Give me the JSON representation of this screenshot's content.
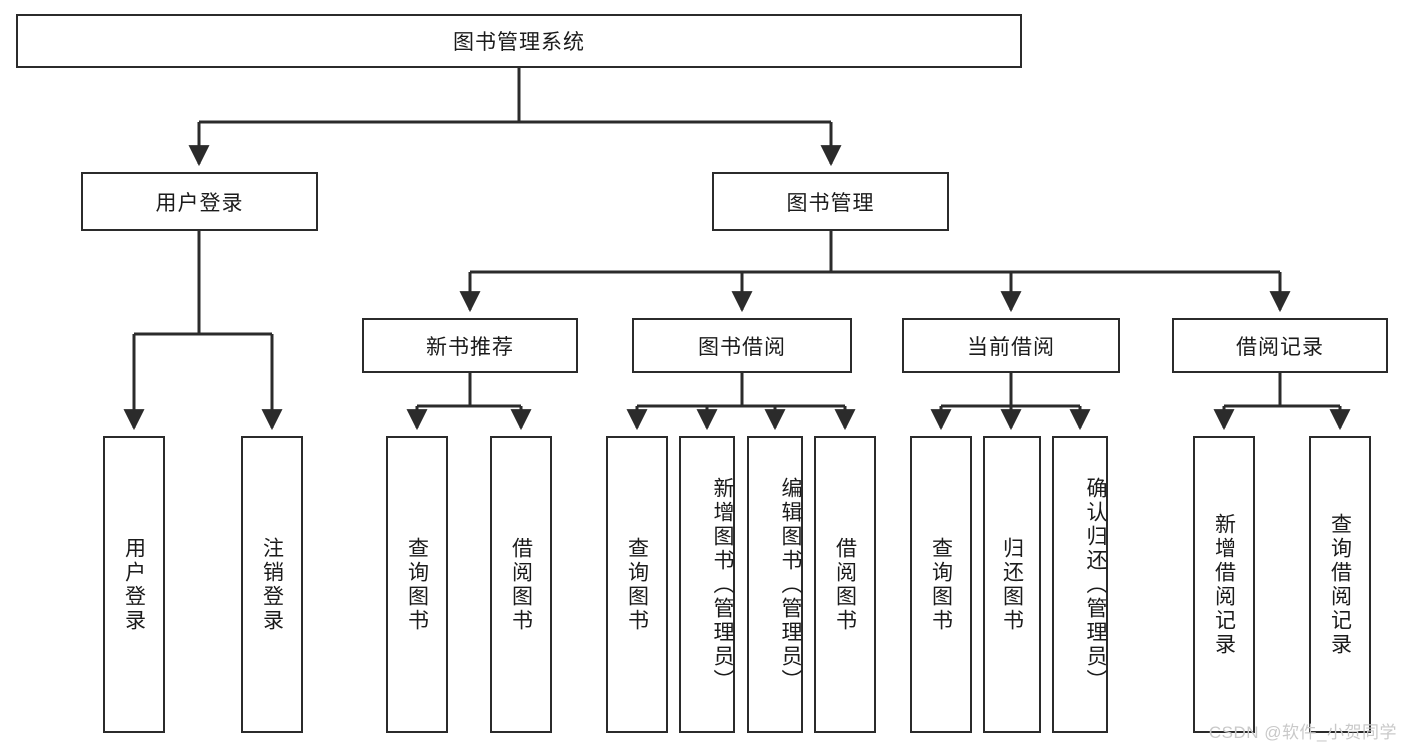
{
  "diagram": {
    "title": "图书管理系统",
    "type": "hierarchy-tree",
    "root": {
      "id": "root",
      "label": "图书管理系统"
    },
    "level2": [
      {
        "id": "user-login",
        "label": "用户登录"
      },
      {
        "id": "book-manage",
        "label": "图书管理"
      }
    ],
    "level3": [
      {
        "id": "new-book-rec",
        "label": "新书推荐"
      },
      {
        "id": "book-borrow",
        "label": "图书借阅"
      },
      {
        "id": "current-borrow",
        "label": "当前借阅"
      },
      {
        "id": "borrow-record",
        "label": "借阅记录"
      }
    ],
    "leaves": {
      "user-login": [
        {
          "id": "leaf-user-login",
          "label": "用户登录"
        },
        {
          "id": "leaf-logout",
          "label": "注销登录"
        }
      ],
      "new-book-rec": [
        {
          "id": "leaf-query-book-1",
          "label": "查询图书"
        },
        {
          "id": "leaf-borrow-book-1",
          "label": "借阅图书"
        }
      ],
      "book-borrow": [
        {
          "id": "leaf-query-book-2",
          "label": "查询图书"
        },
        {
          "id": "leaf-add-book",
          "label": "新增图书（管理员）"
        },
        {
          "id": "leaf-edit-book",
          "label": "编辑图书（管理员）"
        },
        {
          "id": "leaf-borrow-book-2",
          "label": "借阅图书"
        }
      ],
      "current-borrow": [
        {
          "id": "leaf-query-book-3",
          "label": "查询图书"
        },
        {
          "id": "leaf-return-book",
          "label": "归还图书"
        },
        {
          "id": "leaf-confirm-return",
          "label": "确认归还（管理员）"
        }
      ],
      "borrow-record": [
        {
          "id": "leaf-add-record",
          "label": "新增借阅记录"
        },
        {
          "id": "leaf-query-record",
          "label": "查询借阅记录"
        }
      ]
    }
  },
  "watermark": {
    "text": "CSDN @软件_小贺同学"
  },
  "colors": {
    "stroke": "#2b2b2b",
    "background": "#ffffff",
    "text": "#1b1b1b",
    "watermark": "#c9c9c9"
  }
}
